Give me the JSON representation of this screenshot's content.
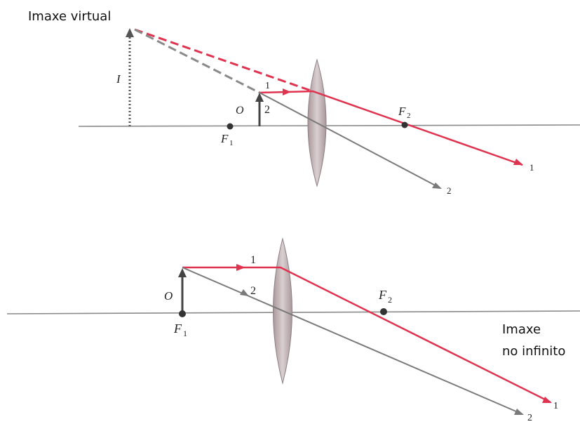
{
  "top": {
    "caption": "Imaxe virtual",
    "image_label": "I",
    "object_label": "O",
    "f1_label": "F",
    "f1_sub": "1",
    "f2_label": "F",
    "f2_sub": "2",
    "ray1_label_near": "1",
    "ray2_label_near": "2",
    "ray1_label_end": "1",
    "ray2_label_end": "2"
  },
  "bottom": {
    "caption_line1": "Imaxe",
    "caption_line2": "no infinito",
    "object_label": "O",
    "f1_label": "F",
    "f1_sub": "1",
    "f2_label": "F",
    "f2_sub": "2",
    "ray1_label_near": "1",
    "ray2_label_near": "2",
    "ray1_label_end": "1",
    "ray2_label_end": "2"
  },
  "colors": {
    "red_ray": "#e0334f",
    "gray_ray": "#7a7a7a",
    "axis": "#8a8a8a",
    "lens": "#b8a8ac",
    "arrow": "#4a4a4a"
  }
}
